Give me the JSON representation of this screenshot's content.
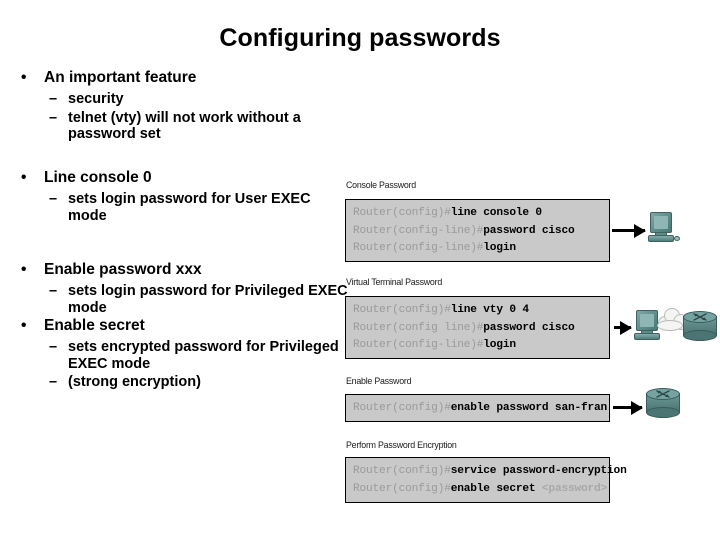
{
  "slide": {
    "title": "Configuring passwords",
    "background": "#ffffff"
  },
  "bullets": [
    {
      "heading": "An important feature",
      "marker": "•",
      "sub_marker": "–",
      "sub": [
        "security",
        "telnet (vty) will not work without a password set"
      ]
    },
    {
      "heading": "Line console 0",
      "marker": "•",
      "sub_marker": "–",
      "sub": [
        "sets login password for User EXEC mode"
      ]
    },
    {
      "heading": "Enable password xxx",
      "marker": "•",
      "sub_marker": "–",
      "sub": [
        "sets login password for Privileged EXEC mode"
      ]
    },
    {
      "heading": "Enable secret",
      "marker": "•",
      "sub_marker": "–",
      "sub": [
        "sets encrypted password for Privileged EXEC mode",
        "(strong encryption)"
      ]
    }
  ],
  "panels": [
    {
      "label": "Console Password",
      "lines": [
        {
          "prompt": "Router(config)#",
          "command": "line console 0"
        },
        {
          "prompt": "Router(config-line)#",
          "command": "password cisco"
        },
        {
          "prompt": "Router(config-line)#",
          "command": "login"
        }
      ],
      "has_arrow": true,
      "device": "workstation"
    },
    {
      "label": "Virtual Terminal Password",
      "lines": [
        {
          "prompt": "Router(config)#",
          "command": "line vty 0 4"
        },
        {
          "prompt": "Router(config line)#",
          "command": "password cisco"
        },
        {
          "prompt": "Router(config-line)#",
          "command": "login"
        }
      ],
      "has_arrow": true,
      "device": "workstation-cloud-router"
    },
    {
      "label": "Enable Password",
      "lines": [
        {
          "prompt": "Router(config)#",
          "command": "enable password san-fran"
        }
      ],
      "has_arrow": true,
      "device": "router"
    },
    {
      "label": "Perform Password Encryption",
      "lines": [
        {
          "prompt": "Router(config)#",
          "command": "service password-encryption"
        },
        {
          "prompt": "Router(config)#",
          "command": "enable secret ",
          "dim_suffix": "<password>"
        }
      ],
      "has_arrow": false,
      "device": "none"
    }
  ],
  "colors": {
    "panel_fill": "#c9c9c9",
    "panel_border": "#000000",
    "prompt_text": "#9a9a9a",
    "command_text": "#000000",
    "device_teal": "#5d8c8a"
  }
}
